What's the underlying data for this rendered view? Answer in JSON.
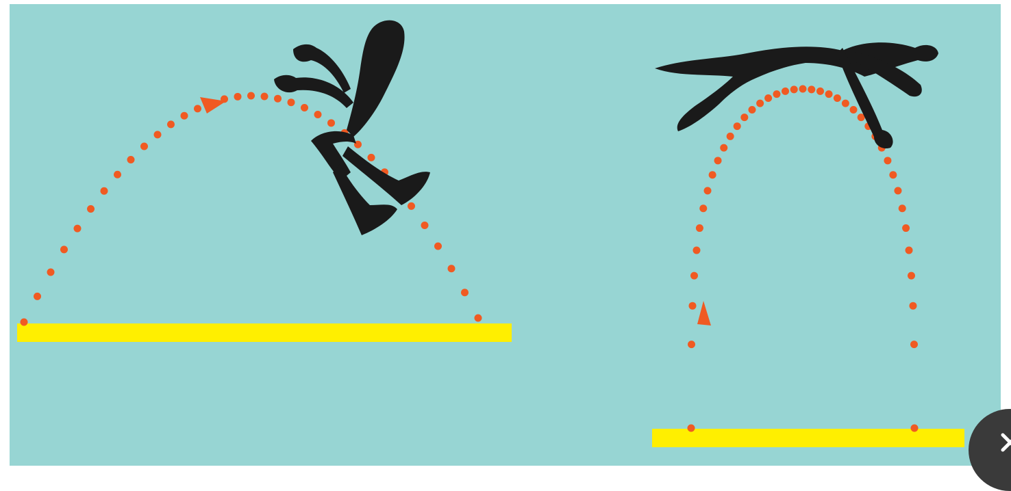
{
  "diagram": {
    "background_color": "#97D5D3",
    "platform_color": "#FFEF00",
    "trajectory_color": "#F05A22",
    "figure_color": "#1A1A1A",
    "panels": [
      {
        "trajectory": "arc-left-to-right",
        "direction": "right"
      },
      {
        "trajectory": "vertical-up-and-down",
        "direction": "up"
      }
    ]
  },
  "overlay": {
    "close_icon": "close-icon"
  }
}
